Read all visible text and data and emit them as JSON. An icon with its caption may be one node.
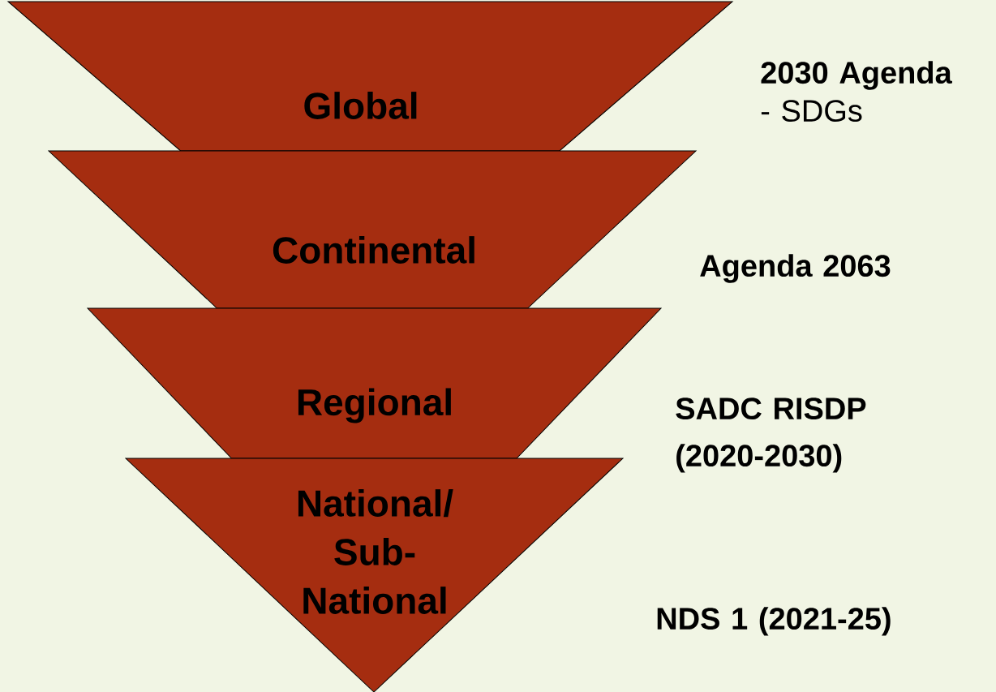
{
  "diagram": {
    "nodes": [
      {
        "text": [
          "Global"
        ],
        "beside": [
          "2030 Agenda",
          "- SDGs"
        ]
      },
      {
        "text": [
          "Continental"
        ],
        "beside": [
          "Agenda 2063"
        ]
      },
      {
        "text": [
          "Regional"
        ],
        "beside": [
          "SADC RISDP (2020-2030)"
        ]
      },
      {
        "text": [
          "National/ Sub- National"
        ],
        "beside": [
          "NDS 1 (2021-25)"
        ]
      }
    ]
  }
}
